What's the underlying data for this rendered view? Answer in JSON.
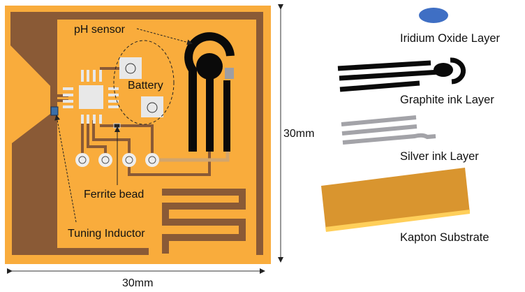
{
  "board": {
    "labels": {
      "ph_sensor": "pH sensor",
      "battery": "Battery",
      "ferrite_bead": "Ferrite bead",
      "tuning_inductor": "Tuning Inductor"
    },
    "dimensions": {
      "height": "30mm",
      "width": "30mm"
    }
  },
  "layers": [
    {
      "label": "Iridium Oxide Layer"
    },
    {
      "label": "Graphite ink Layer"
    },
    {
      "label": "Silver ink Layer"
    },
    {
      "label": "Kapton Substrate"
    }
  ],
  "colors": {
    "substrate": "#F9AC3C",
    "copper": "#8A5A36",
    "graphite": "#0A0A0A",
    "silver": "#A3A3A8",
    "iridium": "#3F6FC4",
    "kapton": "#D9952F"
  }
}
